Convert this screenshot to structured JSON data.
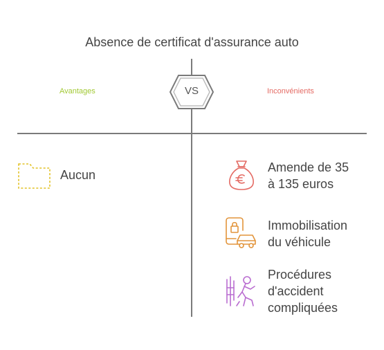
{
  "title": "Absence de certificat d'assurance auto",
  "vs_label": "VS",
  "columns": {
    "advantages": {
      "label": "Avantages",
      "color": "#a2c935",
      "items": [
        {
          "text": "Aucun",
          "icon": "folder-icon",
          "color": "#e2c227"
        }
      ]
    },
    "disadvantages": {
      "label": "Inconvénients",
      "color": "#e46a63",
      "items": [
        {
          "line1": "Amende de 35",
          "line2": "à 135 euros",
          "icon": "money-bag-euro-icon",
          "color": "#e46a63"
        },
        {
          "line1": "Immobilisation",
          "line2": "du véhicule",
          "icon": "phone-lock-car-icon",
          "color": "#e2943a"
        },
        {
          "line1": "Procédures",
          "line2": "d'accident",
          "line3": "compliquées",
          "icon": "accident-person-icon",
          "color": "#b96cd0"
        }
      ]
    }
  }
}
